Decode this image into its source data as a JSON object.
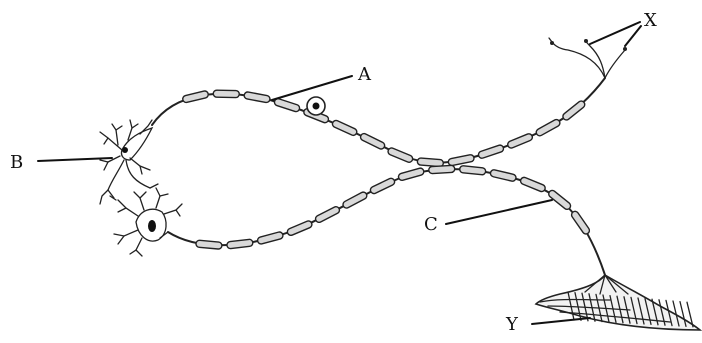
{
  "labels": {
    "A": "A",
    "B": "B",
    "C": "C",
    "X": "X",
    "Y": "Y"
  }
}
